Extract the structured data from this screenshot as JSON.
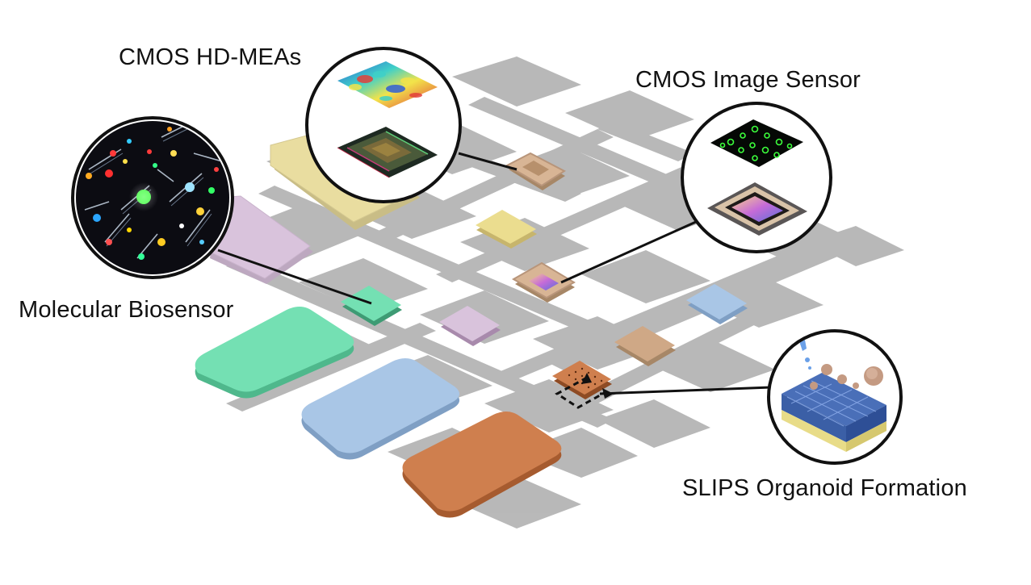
{
  "labels": {
    "hdmea": "CMOS HD-MEAs",
    "image_sensor": "CMOS Image Sensor",
    "biosensor": "Molecular Biosensor",
    "slips": "SLIPS Organoid Formation"
  },
  "colors": {
    "background": "#ffffff",
    "grid": "#b3b3b3",
    "hdmea_module": "#e9dda0",
    "biosensor_module": "#d9c3dc",
    "green_module": "#74e0b3",
    "blue_module": "#a9c6e6",
    "orange_module": "#cf7f4e",
    "tan_module": "#cfa886",
    "yellow_module": "#ebdd8f",
    "callout_line": "#111111"
  }
}
